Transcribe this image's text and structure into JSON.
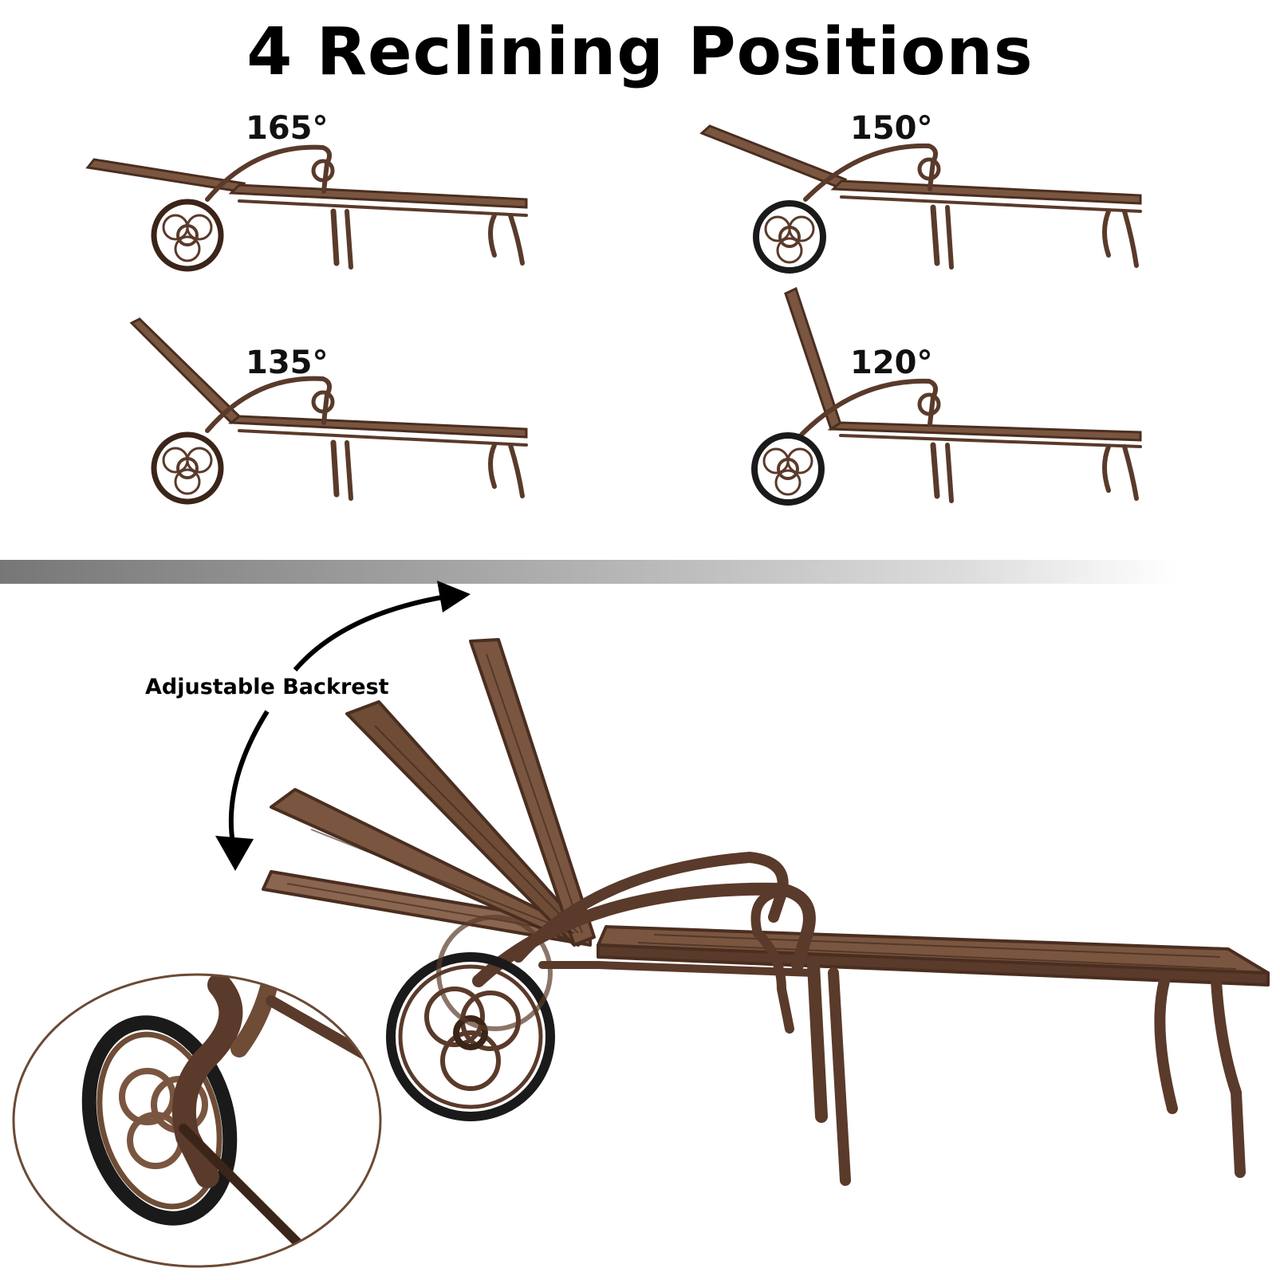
{
  "title": "4 Reclining Positions",
  "positions": [
    {
      "angle": "165°",
      "backrest_tilt_deg": 15
    },
    {
      "angle": "150°",
      "backrest_tilt_deg": 30
    },
    {
      "angle": "135°",
      "backrest_tilt_deg": 45
    },
    {
      "angle": "120°",
      "backrest_tilt_deg": 60
    }
  ],
  "backrest_label": "Adjustable Backrest",
  "colors": {
    "frame": "#5a3a2a",
    "frame_light": "#8a6550",
    "frame_dark": "#3b2418",
    "tire": "#1a1a1a"
  }
}
